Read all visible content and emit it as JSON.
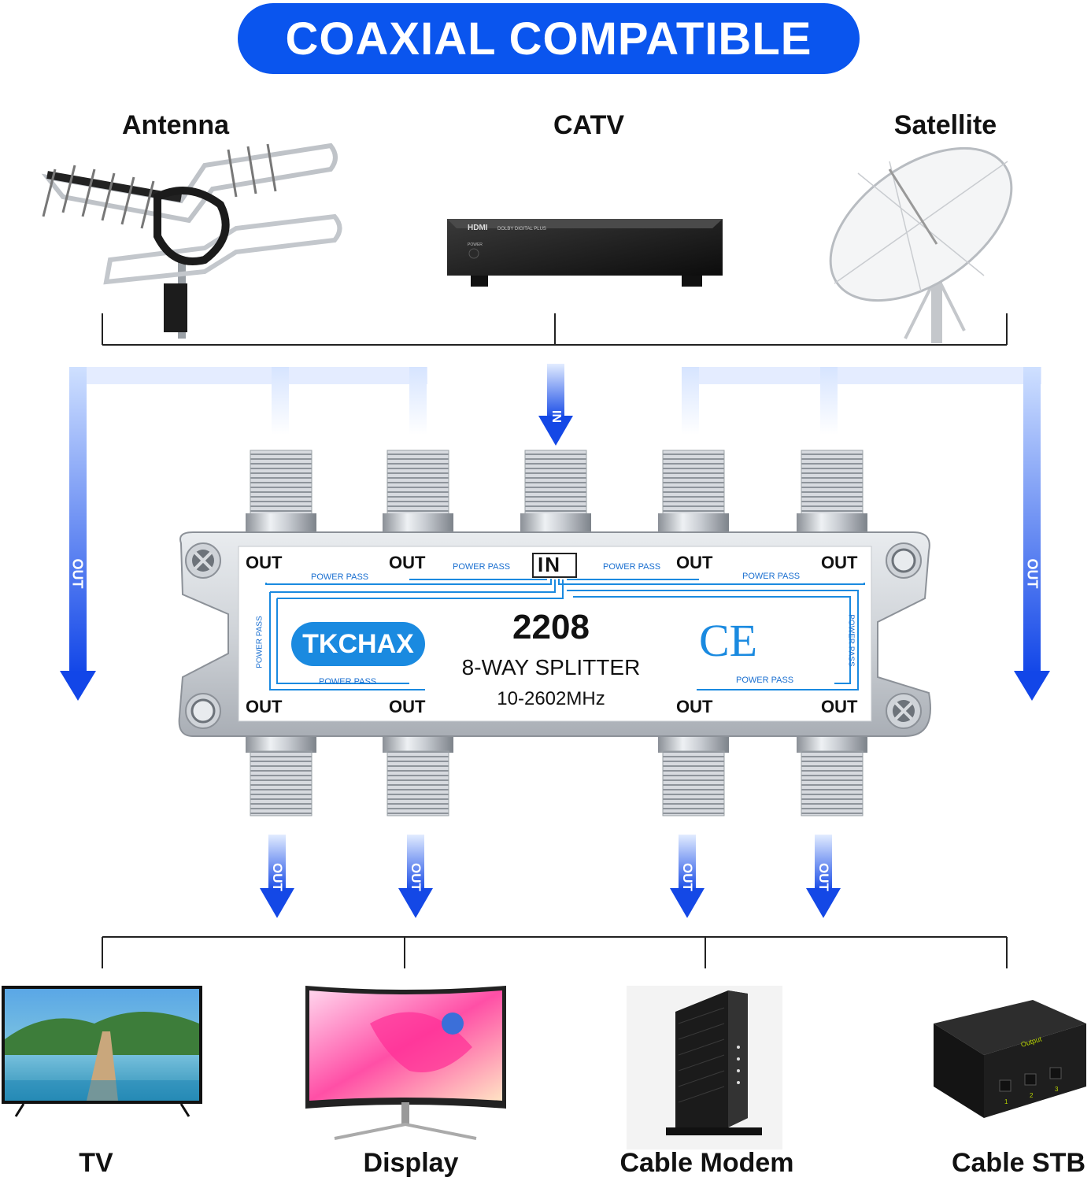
{
  "banner": {
    "title": "COAXIAL COMPATIBLE"
  },
  "sources": [
    {
      "label": "Antenna"
    },
    {
      "label": "CATV"
    },
    {
      "label": "Satellite"
    }
  ],
  "catv_box": {
    "hdmi": "HDMI",
    "dolby": "DOLBY DIGITAL PLUS",
    "power": "POWER"
  },
  "arrows": {
    "in": "IN",
    "out": "OUT"
  },
  "splitter": {
    "brand": "TKCHAX",
    "model": "2208",
    "name": "8-WAY SPLITTER",
    "freq": "10-2602MHz",
    "ce": "CE",
    "in_label": "IN",
    "out_label": "OUT",
    "power_pass": "POWER PASS"
  },
  "devices": [
    {
      "label": "TV"
    },
    {
      "label": "Display"
    },
    {
      "label": "Cable Modem"
    },
    {
      "label": "Cable STB"
    }
  ],
  "stb": {
    "output": "Output",
    "ports": [
      "1",
      "2",
      "3"
    ]
  },
  "colors": {
    "brand_blue": "#0a55ee",
    "arrow_blue": "#1448e6",
    "panel_blue": "#1a8ae0"
  }
}
